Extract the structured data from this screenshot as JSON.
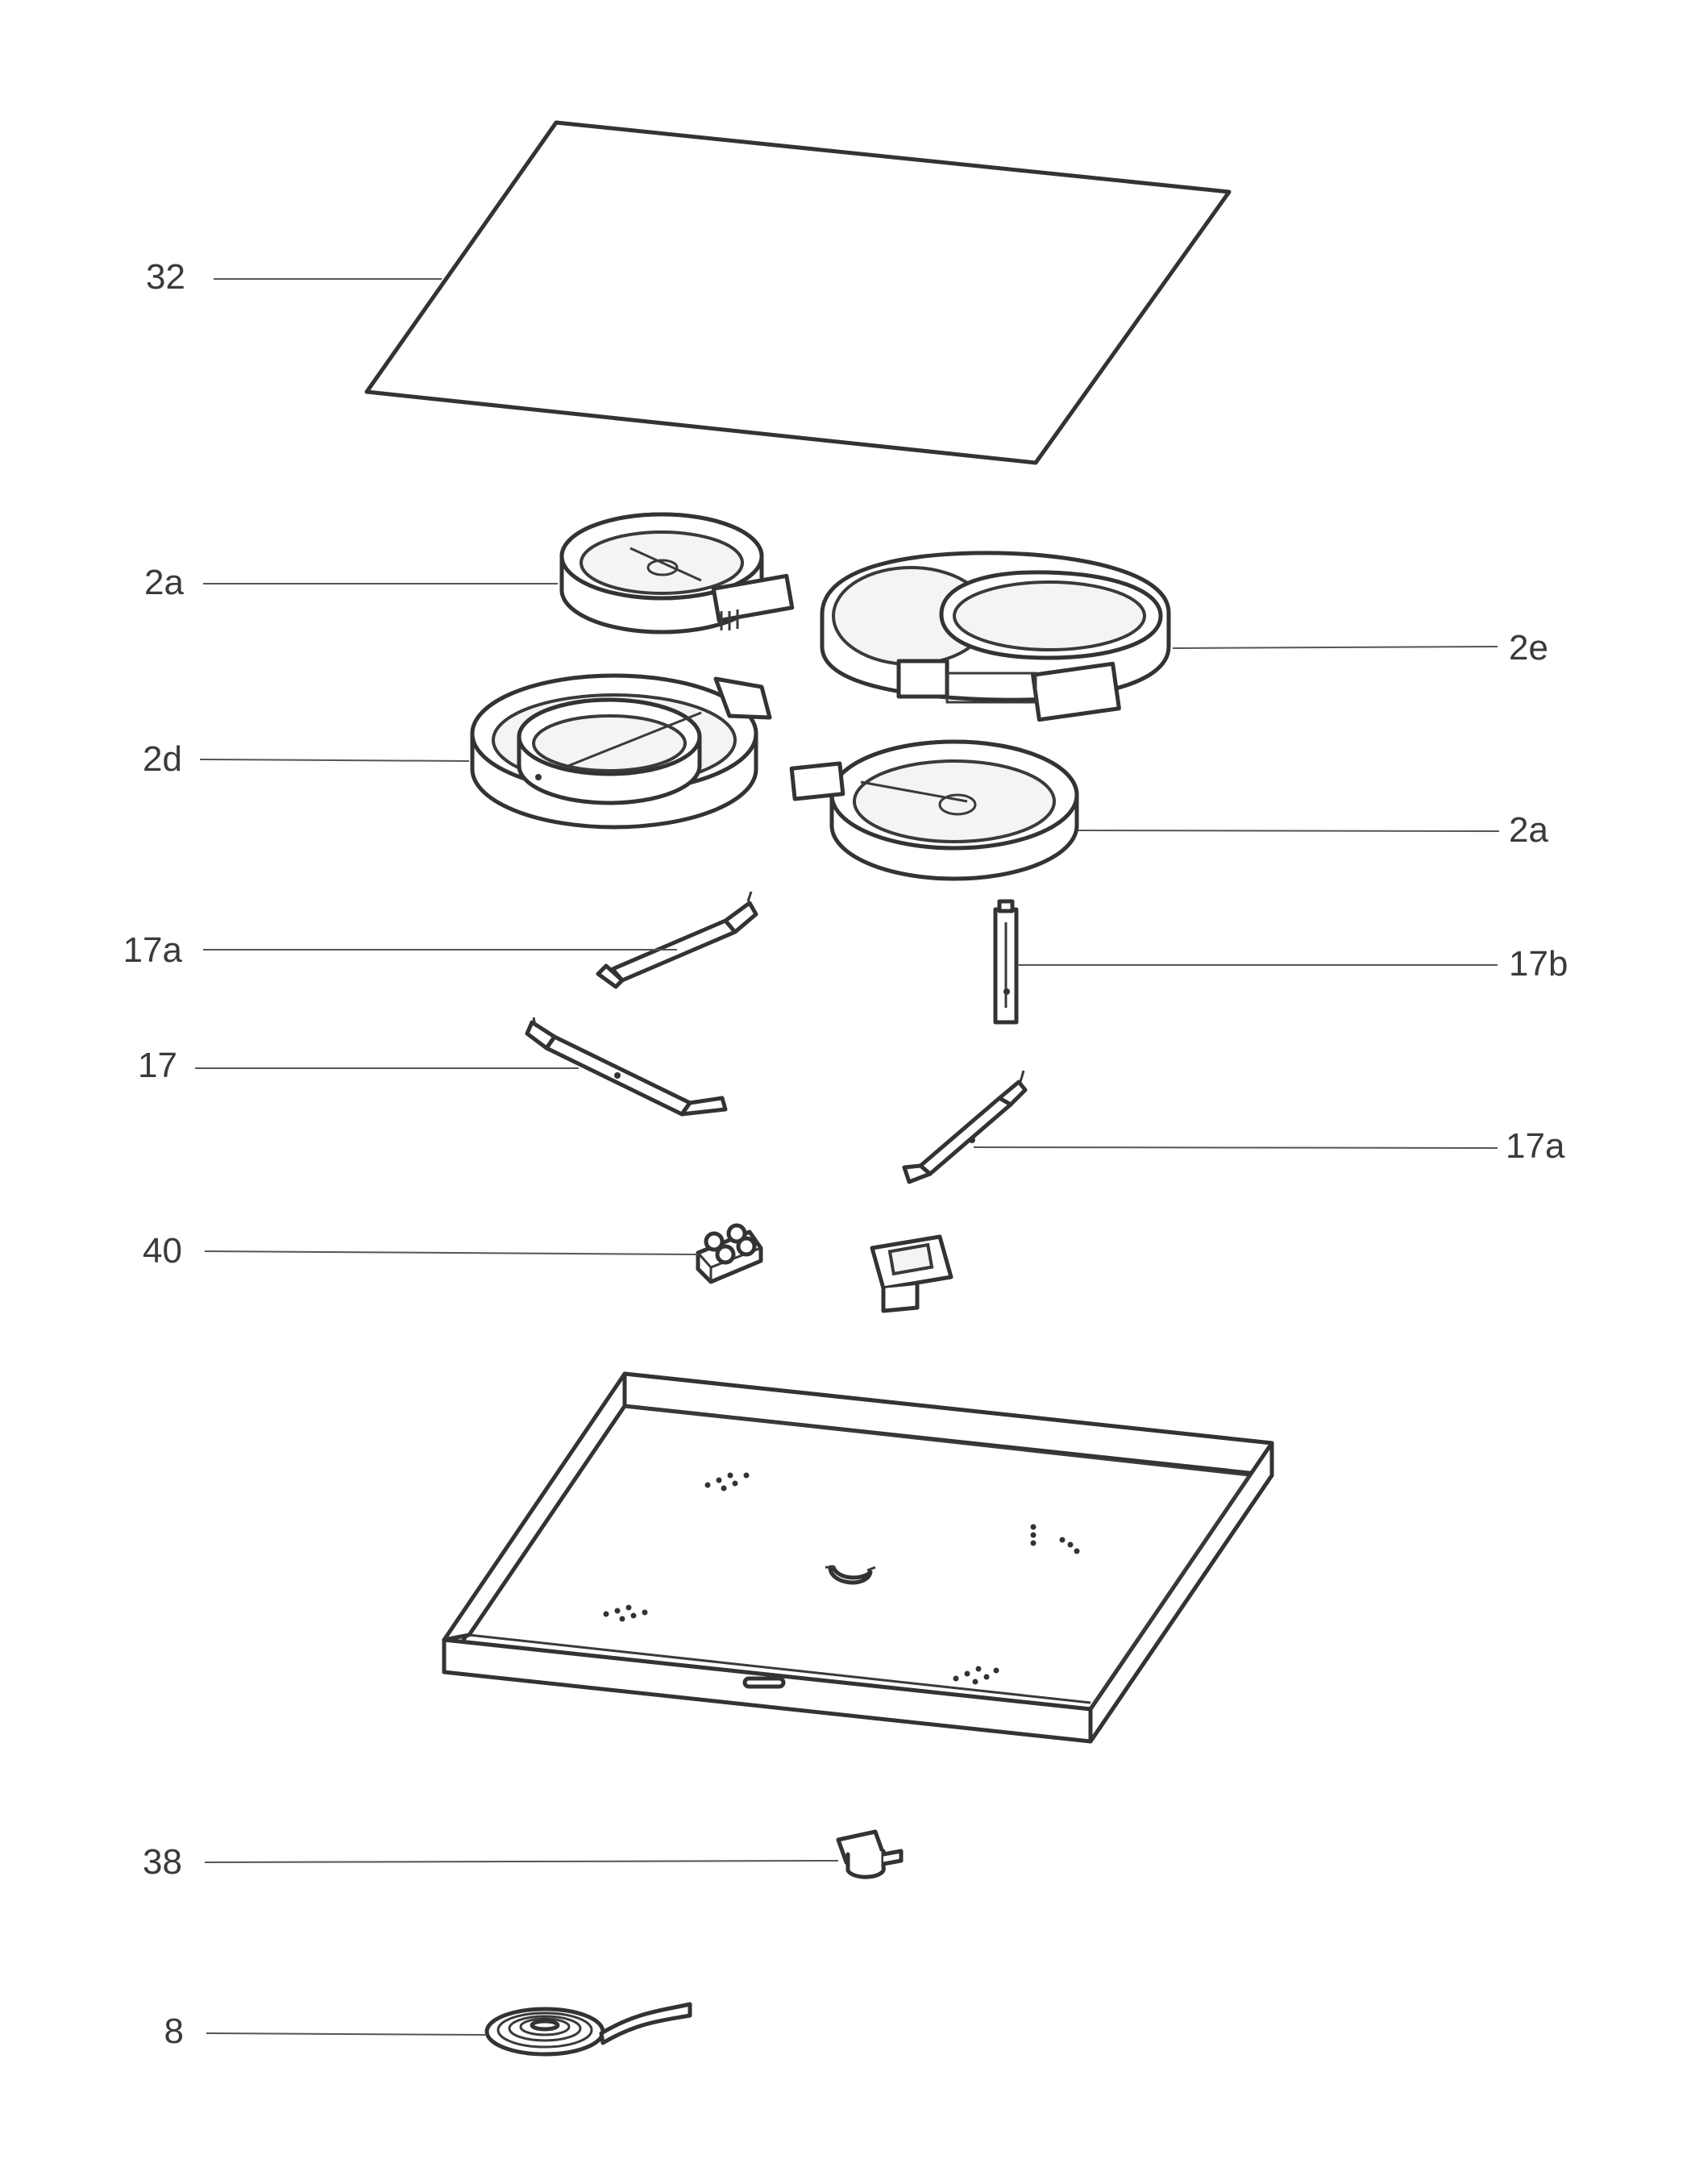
{
  "labels": {
    "l32": "32",
    "l2a_top": "2a",
    "l2e": "2e",
    "l2d": "2d",
    "l2a_right": "2a",
    "l17a_left": "17a",
    "l17b": "17b",
    "l17": "17",
    "l17a_right": "17a",
    "l40": "40",
    "l38": "38",
    "l8": "8"
  },
  "colors": {
    "line": "#333333",
    "text": "#3a3a3a",
    "background": "#ffffff"
  }
}
